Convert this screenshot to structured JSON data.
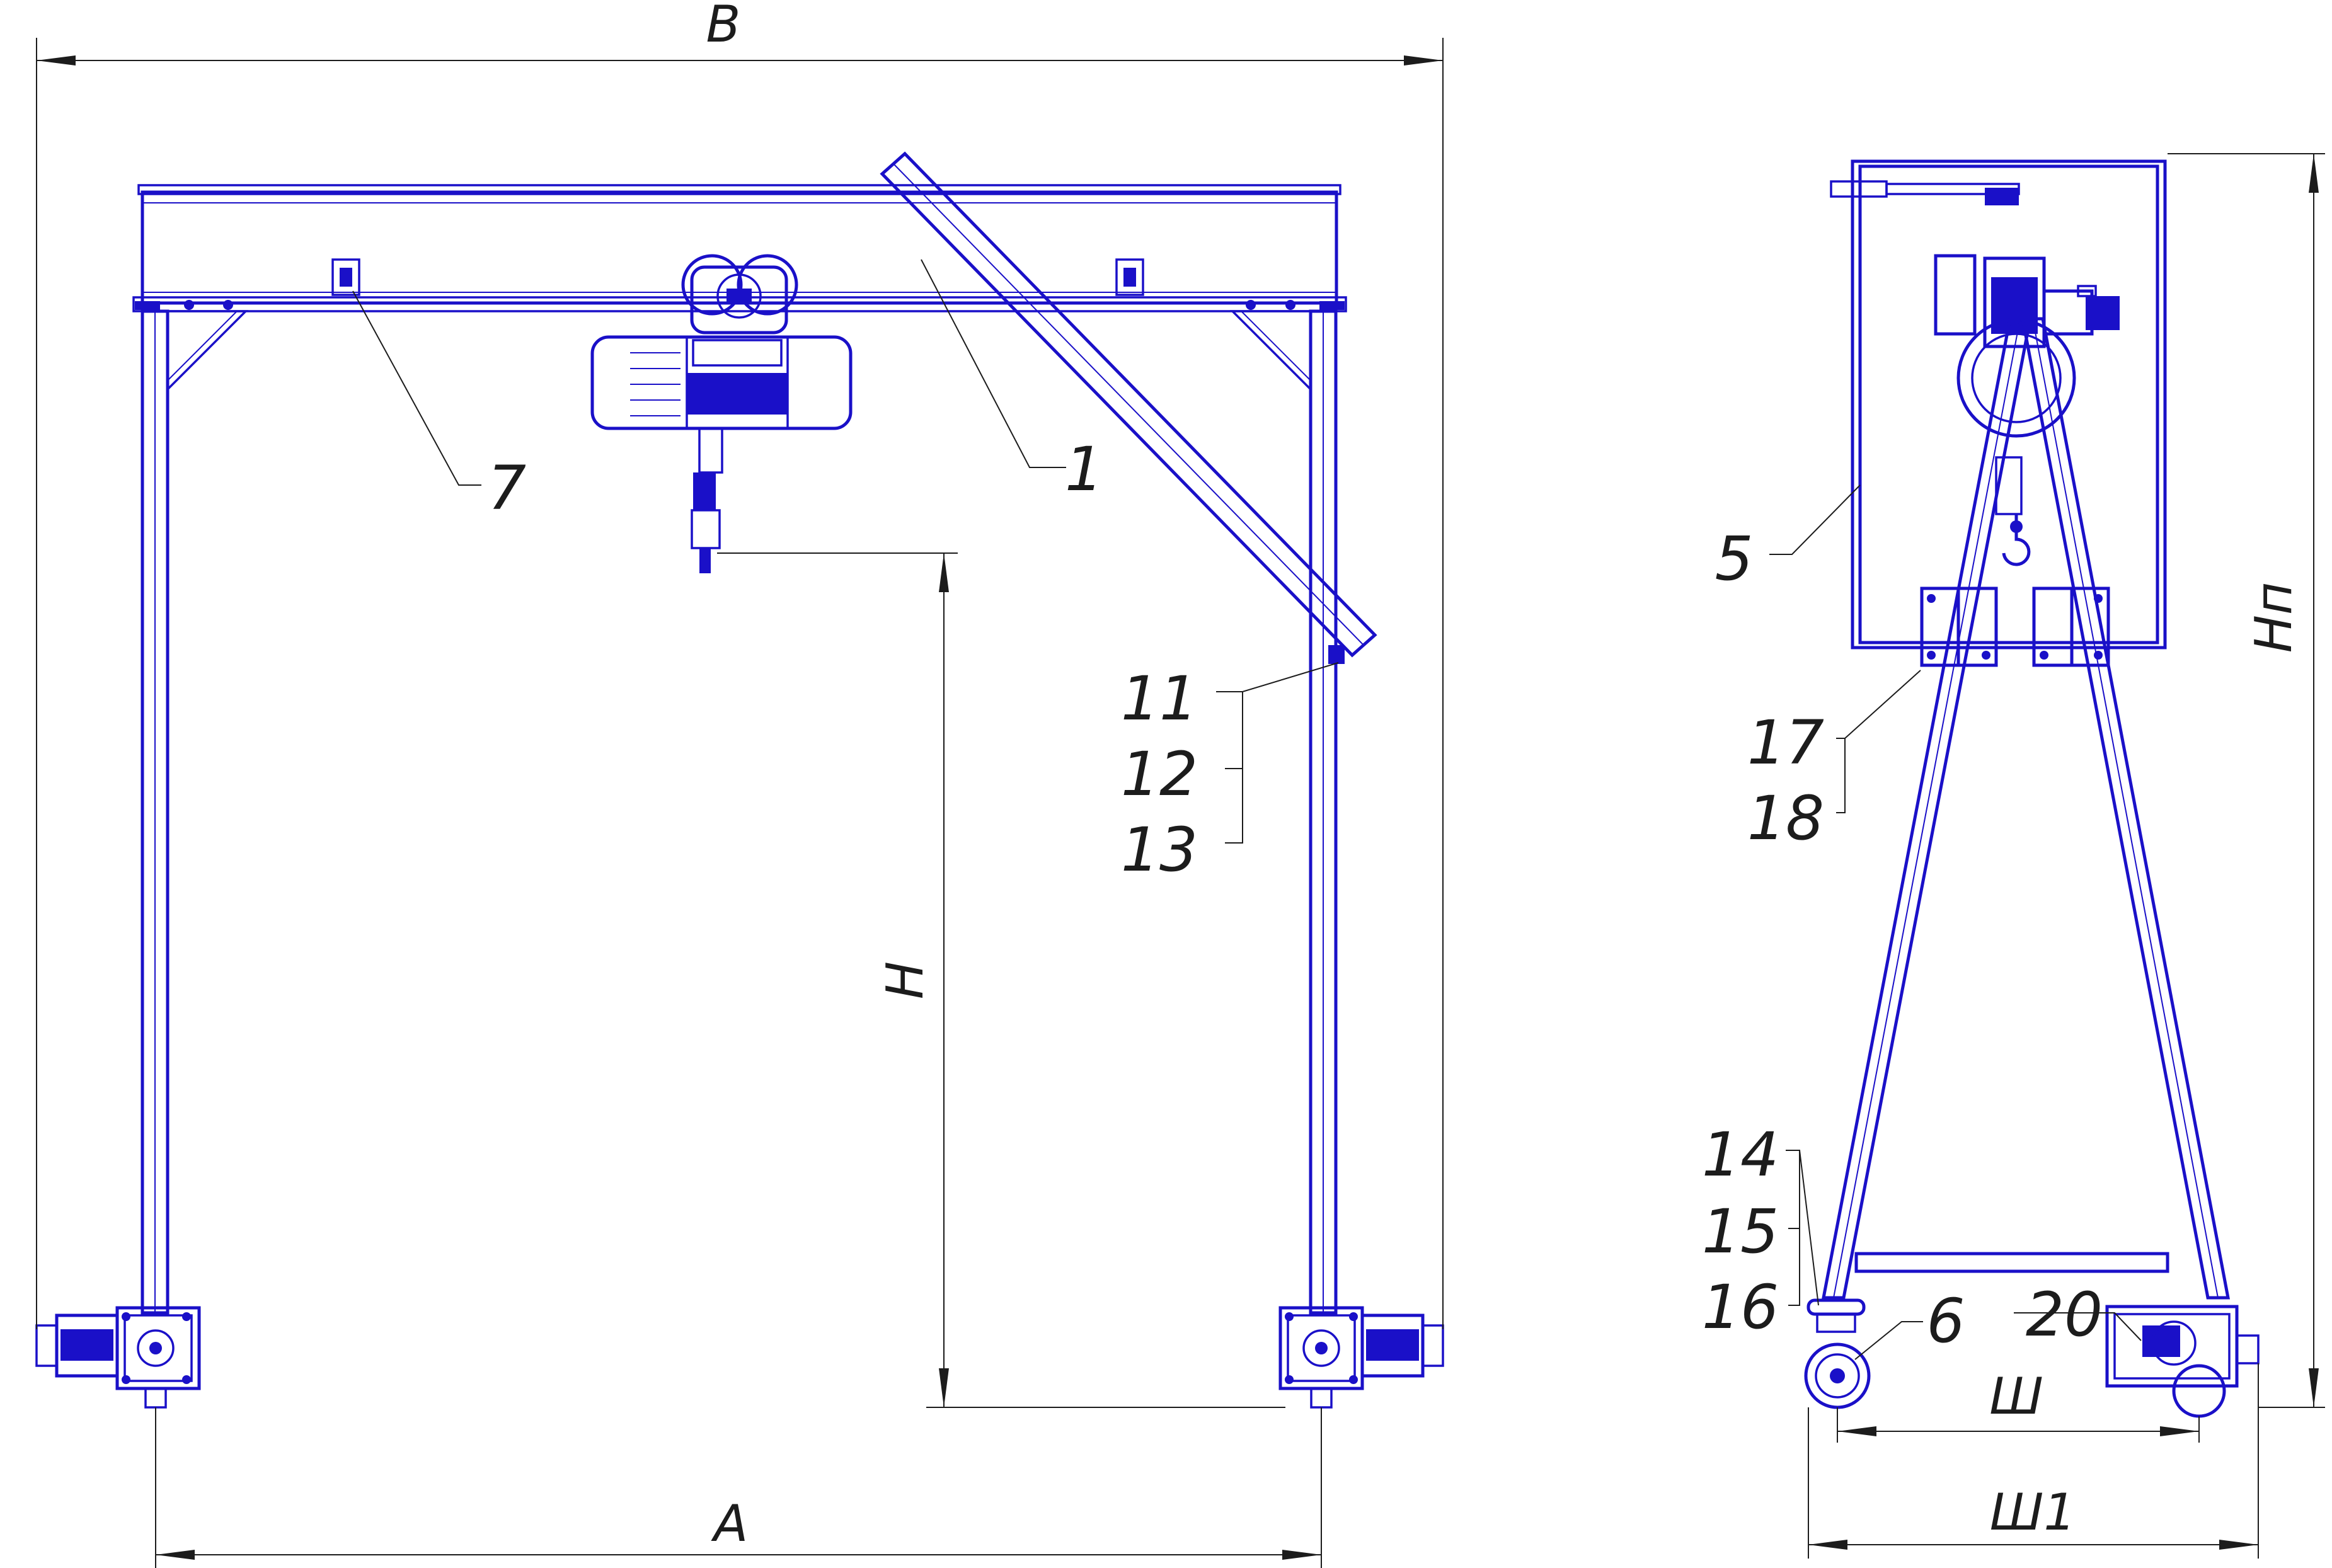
{
  "dimensions": {
    "b": "B",
    "a": "A",
    "h": "H",
    "hp": "Нп",
    "sh": "Ш",
    "sh1": "Ш1"
  },
  "callouts": {
    "c1": "1",
    "c5": "5",
    "c6": "6",
    "c7": "7",
    "c11": "11",
    "c12": "12",
    "c13": "13",
    "c14": "14",
    "c15": "15",
    "c16": "16",
    "c17": "17",
    "c18": "18",
    "c20": "20"
  },
  "colors": {
    "drawing_lines": "#1a10c8",
    "dimension_lines": "#1c1c1c",
    "background": "#ffffff"
  }
}
